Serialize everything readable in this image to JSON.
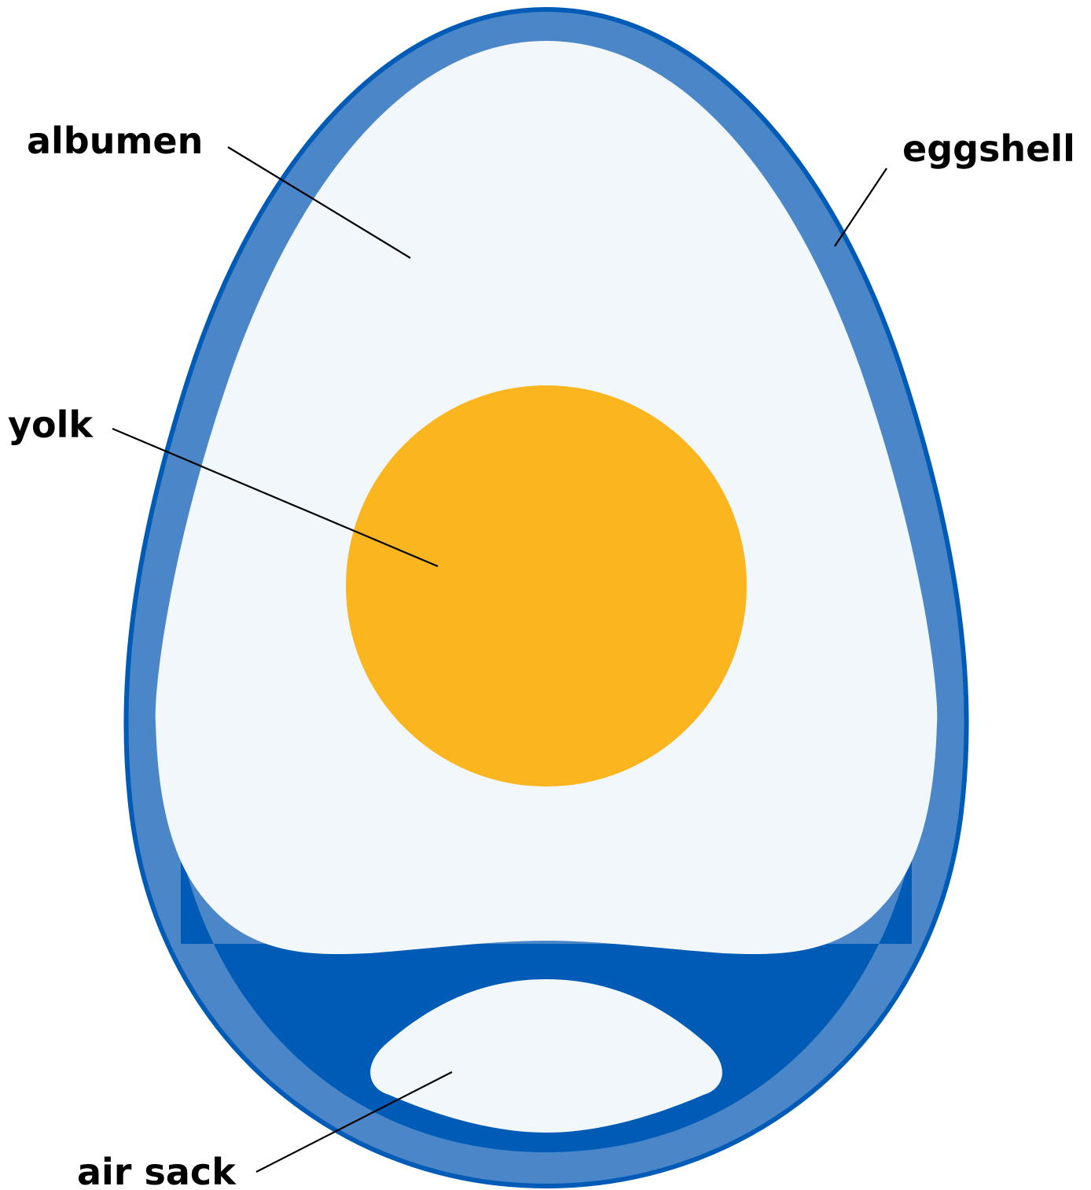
{
  "labels": {
    "albumen": "albumen",
    "eggshell": "eggshell",
    "yolk": "yolk",
    "air_sack": "air sack"
  },
  "colors": {
    "shell_outline": "#005bb7",
    "shell_band": "#4a86c8",
    "membrane": "#005bb7",
    "albumen": "#f1f7fb",
    "yolk": "#fbb51f",
    "air_sack": "#f1f7fb",
    "text": "#000000",
    "leader_line": "#000000"
  }
}
